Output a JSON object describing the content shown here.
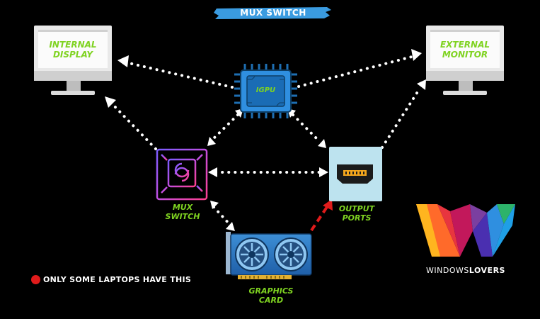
{
  "title": "MUX SWITCH",
  "nodes": {
    "internal_display": {
      "line1": "INTERNAL",
      "line2": "DISPLAY"
    },
    "external_monitor": {
      "line1": "EXTERNAL",
      "line2": "MONITOR"
    },
    "igpu": {
      "label": "IGPU"
    },
    "mux_switch": {
      "line1": "MUX",
      "line2": "SWITCH"
    },
    "output_ports": {
      "line1": "OUTPUT",
      "line2": "PORTS"
    },
    "graphics_card": {
      "line1": "GRAPHICS",
      "line2": "CARD"
    }
  },
  "note": {
    "text": "ONLY SOME LAPTOPS HAVE THIS"
  },
  "brand": {
    "part1": "WINDOWS",
    "part2": "LOVERS"
  },
  "colors": {
    "background": "#000000",
    "banner": "#3a9be0",
    "label_green": "#7fd321",
    "connector_white": "#ffffff",
    "connector_red": "#e01b1b",
    "igpu_blue": "#2f8fe0"
  }
}
